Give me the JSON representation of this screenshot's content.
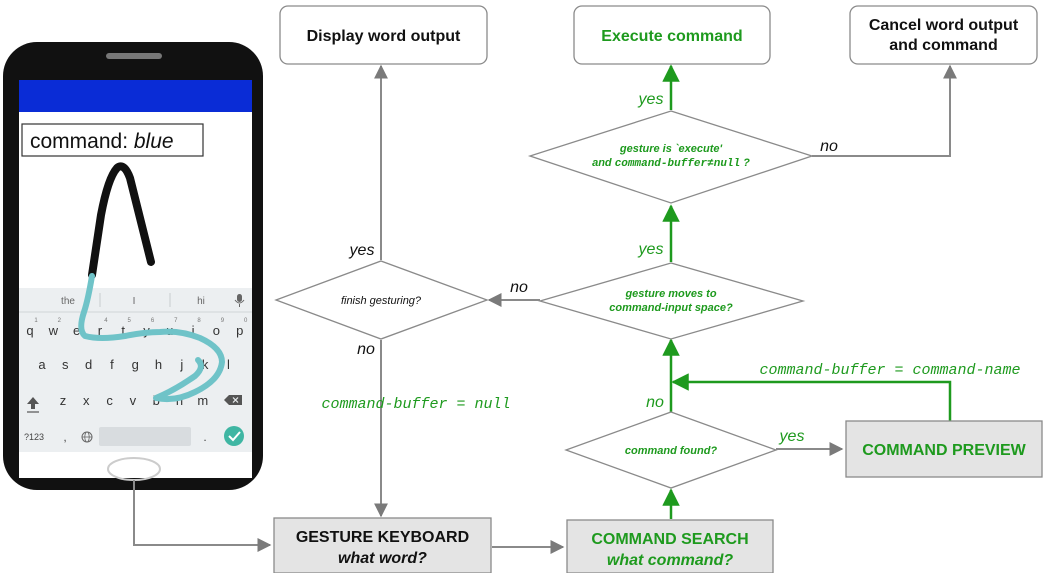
{
  "phone": {
    "command_prefix": "command: ",
    "command_word": "blue",
    "suggestions": [
      "the",
      "I",
      "hi"
    ],
    "row1_keys": [
      "q",
      "w",
      "e",
      "r",
      "t",
      "y",
      "u",
      "i",
      "o",
      "p"
    ],
    "row1_nums": [
      "1",
      "2",
      "3",
      "4",
      "5",
      "6",
      "7",
      "8",
      "9",
      "0"
    ],
    "row2_keys": [
      "a",
      "s",
      "d",
      "f",
      "g",
      "h",
      "j",
      "k",
      "l"
    ],
    "row3_keys": [
      "z",
      "x",
      "c",
      "v",
      "b",
      "n",
      "m"
    ],
    "sym_key": "?123",
    "comma_key": ",",
    "period_key": ".",
    "colors": {
      "app_bar": "#0a2cd6",
      "gesture_trail": "#6fc3c8",
      "enter_key": "#3fb6a3"
    }
  },
  "boxes": {
    "display_word_output": "Display word output",
    "execute_command": "Execute command",
    "cancel_line1": "Cancel word output",
    "cancel_line2": "and command",
    "gesture_keyboard_line1": "GESTURE KEYBOARD",
    "gesture_keyboard_line2": "what word?",
    "command_search_line1": "COMMAND SEARCH",
    "command_search_line2": "what command?",
    "command_preview": "COMMAND PREVIEW"
  },
  "decisions": {
    "finish_gesturing": "finish gesturing?",
    "moves_to_space_line1": "gesture moves to",
    "moves_to_space_line2": "command-input space?",
    "execute_check_line1": "gesture is `execute'",
    "execute_check_line2a": "and ",
    "execute_check_line2b": "command-buffer≠null",
    "execute_check_line2c": " ?",
    "command_found": "command found?"
  },
  "labels": {
    "yes_display": "yes",
    "no_finish": "no",
    "no_move": "no",
    "yes_move": "yes",
    "yes_execute": "yes",
    "no_execute": "no",
    "no_found": "no",
    "yes_found": "yes",
    "buffer_null": "command-buffer = null",
    "buffer_name": "command-buffer = command-name"
  },
  "colors": {
    "green": "#1e9a1e",
    "gray": "#8a8a8a",
    "box_fill": "#e4e4e4"
  }
}
